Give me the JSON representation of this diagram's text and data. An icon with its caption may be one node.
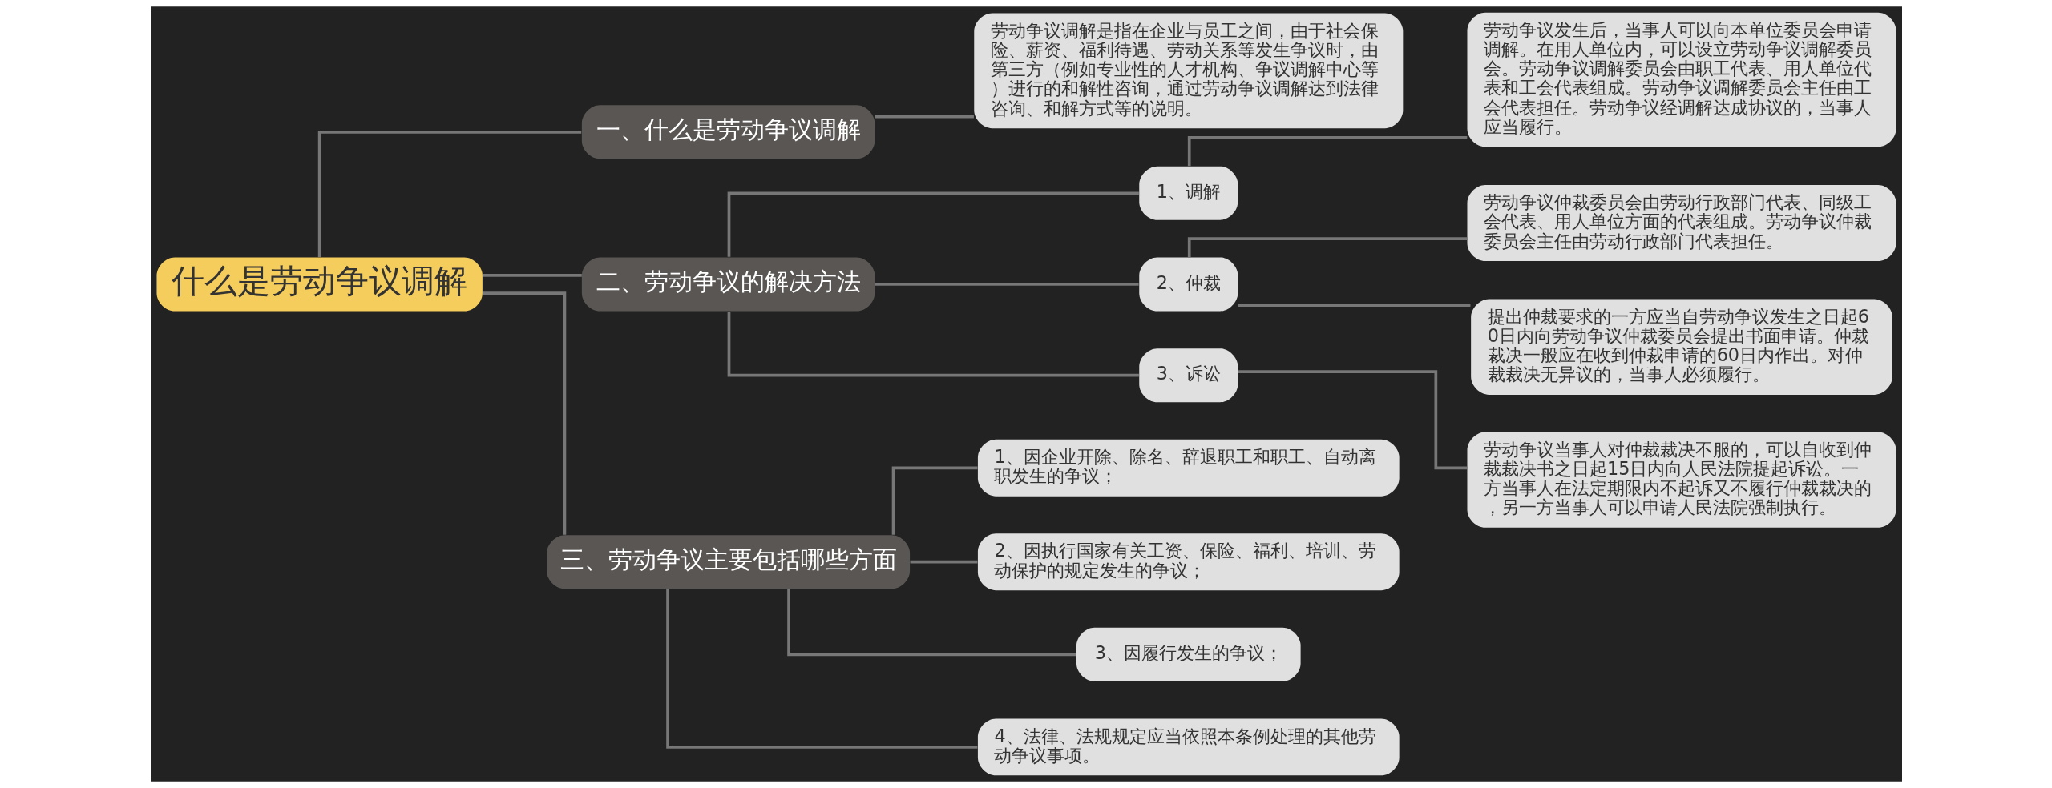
{
  "diagram": {
    "nodes": [
      {
        "text": [
          "什么是劳动争议调解"
        ]
      },
      {
        "text": [
          "一、什么是劳动争议调解"
        ]
      },
      {
        "text": [
          "劳动争议调解是指在企业与员工之间，由于社会保险、薪资、福利待遇、劳动关系等发生争议时，由第三方（例如专业性的人才机构、争议调解中心等）进行的和解性咨询，通过劳动争议调解达到法律咨询、和解方式等的说明。"
        ]
      },
      {
        "text": [
          "二、劳动争议的解决方法"
        ]
      },
      {
        "text": [
          "1、调解"
        ]
      },
      {
        "text": [
          "劳动争议发生后，当事人可以向本单位委员会申请调解。在用人单位内，可以设立劳动争议调解委员会。劳动争议调解委员会由职工代表、用人单位代表和工会代表组成。劳动争议调解委员会主任由工会代表担任。劳动争议经调解达成协议的，当事人应当履行。"
        ]
      },
      {
        "text": [
          "2、仲裁"
        ]
      },
      {
        "text": [
          "劳动争议仲裁委员会由劳动行政部门代表、同级工会代表、用人单位方面的代表组成。劳动争议仲裁委员会主任由劳动行政部门代表担任。"
        ]
      },
      {
        "text": [
          "提出仲裁要求的一方应当自劳动争议发生之日起60日内向劳动争议仲裁委员会提出书面申请。仲裁裁决一般应在收到仲裁申请的60日内作出。对仲裁裁决无异议的，当事人必须履行。"
        ]
      },
      {
        "text": [
          "3、诉讼"
        ]
      },
      {
        "text": [
          "劳动争议当事人对仲裁裁决不服的，可以自收到仲裁裁决书之日起15日内向人民法院提起诉讼。一方当事人在法定期限内不起诉又不履行仲裁裁决的，另一方当事人可以申请人民法院强制执行。"
        ]
      },
      {
        "text": [
          "三、劳动争议主要包括哪些方面"
        ]
      },
      {
        "text": [
          "1、因企业开除、除名、辞退职工和职工、自动离职发生的争议；"
        ]
      },
      {
        "text": [
          "2、因执行国家有关工资、保险、福利、培训、劳动保护的规定发生的争议；"
        ]
      },
      {
        "text": [
          "3、因履行发生的争议；"
        ]
      },
      {
        "text": [
          "4、法律、法规规定应当依照本条例处理的其他劳动争议事项。"
        ]
      }
    ],
    "edges": [
      {
        "from": 0,
        "to": 1,
        "arrow": "none"
      },
      {
        "from": 1,
        "to": 2,
        "arrow": "none"
      },
      {
        "from": 0,
        "to": 3,
        "arrow": "none"
      },
      {
        "from": 3,
        "to": 4,
        "arrow": "none"
      },
      {
        "from": 4,
        "to": 5,
        "arrow": "none"
      },
      {
        "from": 3,
        "to": 6,
        "arrow": "none"
      },
      {
        "from": 6,
        "to": 7,
        "arrow": "none"
      },
      {
        "from": 6,
        "to": 8,
        "arrow": "none"
      },
      {
        "from": 3,
        "to": 9,
        "arrow": "none"
      },
      {
        "from": 9,
        "to": 10,
        "arrow": "none"
      },
      {
        "from": 0,
        "to": 11,
        "arrow": "none"
      },
      {
        "from": 11,
        "to": 12,
        "arrow": "none"
      },
      {
        "from": 11,
        "to": 13,
        "arrow": "none"
      },
      {
        "from": 11,
        "to": 14,
        "arrow": "none"
      },
      {
        "from": 11,
        "to": 15,
        "arrow": "none"
      }
    ]
  }
}
